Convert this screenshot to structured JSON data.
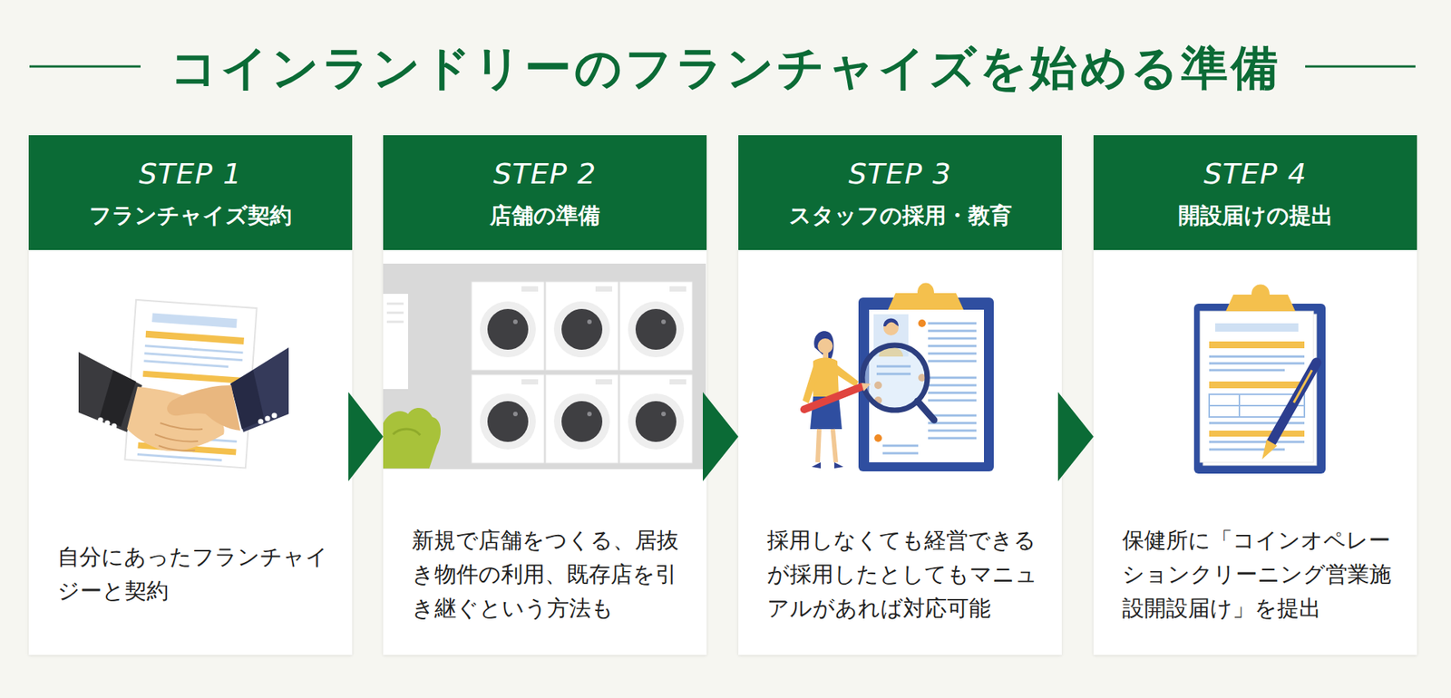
{
  "diagram": {
    "title": "コインランドリーのフランチャイズを始める準備",
    "nodes": [
      {
        "text": [
          "STEP 1",
          "フランチャイズ契約",
          "自分にあったフランチャイジーと契約"
        ]
      },
      {
        "text": [
          "STEP 2",
          "店舗の準備",
          "新規で店舗をつくる、居抜き物件の利用、既存店を引き継ぐという方法も"
        ]
      },
      {
        "text": [
          "STEP 3",
          "スタッフの採用・教育",
          "採用しなくても経営できるが採用したとしてもマニュアルがあれば対応可能"
        ]
      },
      {
        "text": [
          "STEP 4",
          "開設届けの提出",
          "保健所に「コインオペレーションクリーニング営業施設開設届け」を提出"
        ]
      }
    ],
    "edges": [
      {
        "from": 0,
        "to": 1,
        "arrow": "to"
      },
      {
        "from": 1,
        "to": 2,
        "arrow": "to"
      },
      {
        "from": 2,
        "to": 3,
        "arrow": "to"
      }
    ]
  }
}
